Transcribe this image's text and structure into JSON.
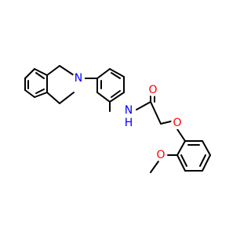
{
  "molecule": {
    "atoms": {
      "n1": {
        "symbol": "N",
        "color": "#0000ff"
      },
      "nh": {
        "symbol": "N",
        "color": "#0000ff"
      },
      "h": {
        "symbol": "H",
        "color": "#0000ff"
      },
      "o_carbonyl": {
        "symbol": "O",
        "color": "#ff0000"
      },
      "o_ether": {
        "symbol": "O",
        "color": "#ff0000"
      },
      "o_methoxy": {
        "symbol": "O",
        "color": "#ff0000"
      }
    }
  },
  "colors": {
    "bond": "#000000",
    "nitrogen": "#0000ff",
    "oxygen": "#ff0000",
    "background": "#ffffff"
  }
}
